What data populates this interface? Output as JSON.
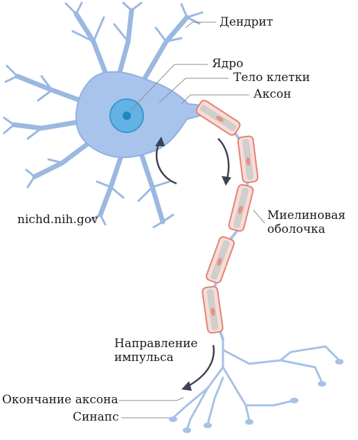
{
  "labels": {
    "dendrite": "Дендрит",
    "nucleus": "Ядро",
    "cell_body": "Тело клетки",
    "axon": "Аксон",
    "myelin_line1": "Миелиновая",
    "myelin_line2": "оболочка",
    "impulse_line1": "Направление",
    "impulse_line2": "импульса",
    "axon_terminal": "Окончание аксона",
    "synapse": "Синапс",
    "credit": "nichd.nih.gov"
  },
  "colors": {
    "cell_fill": "#a9c4ec",
    "cell_outline": "#8fb0e0",
    "nucleus_outer": "#62b2e4",
    "nucleus_inner": "#1f86bd",
    "myelin_outline": "#e08377",
    "myelin_fill": "#f8dcd6",
    "axon_core": "#cfcfcf",
    "arrow": "#3d4350"
  },
  "icons": [
    "impulse-direction-arrow"
  ]
}
